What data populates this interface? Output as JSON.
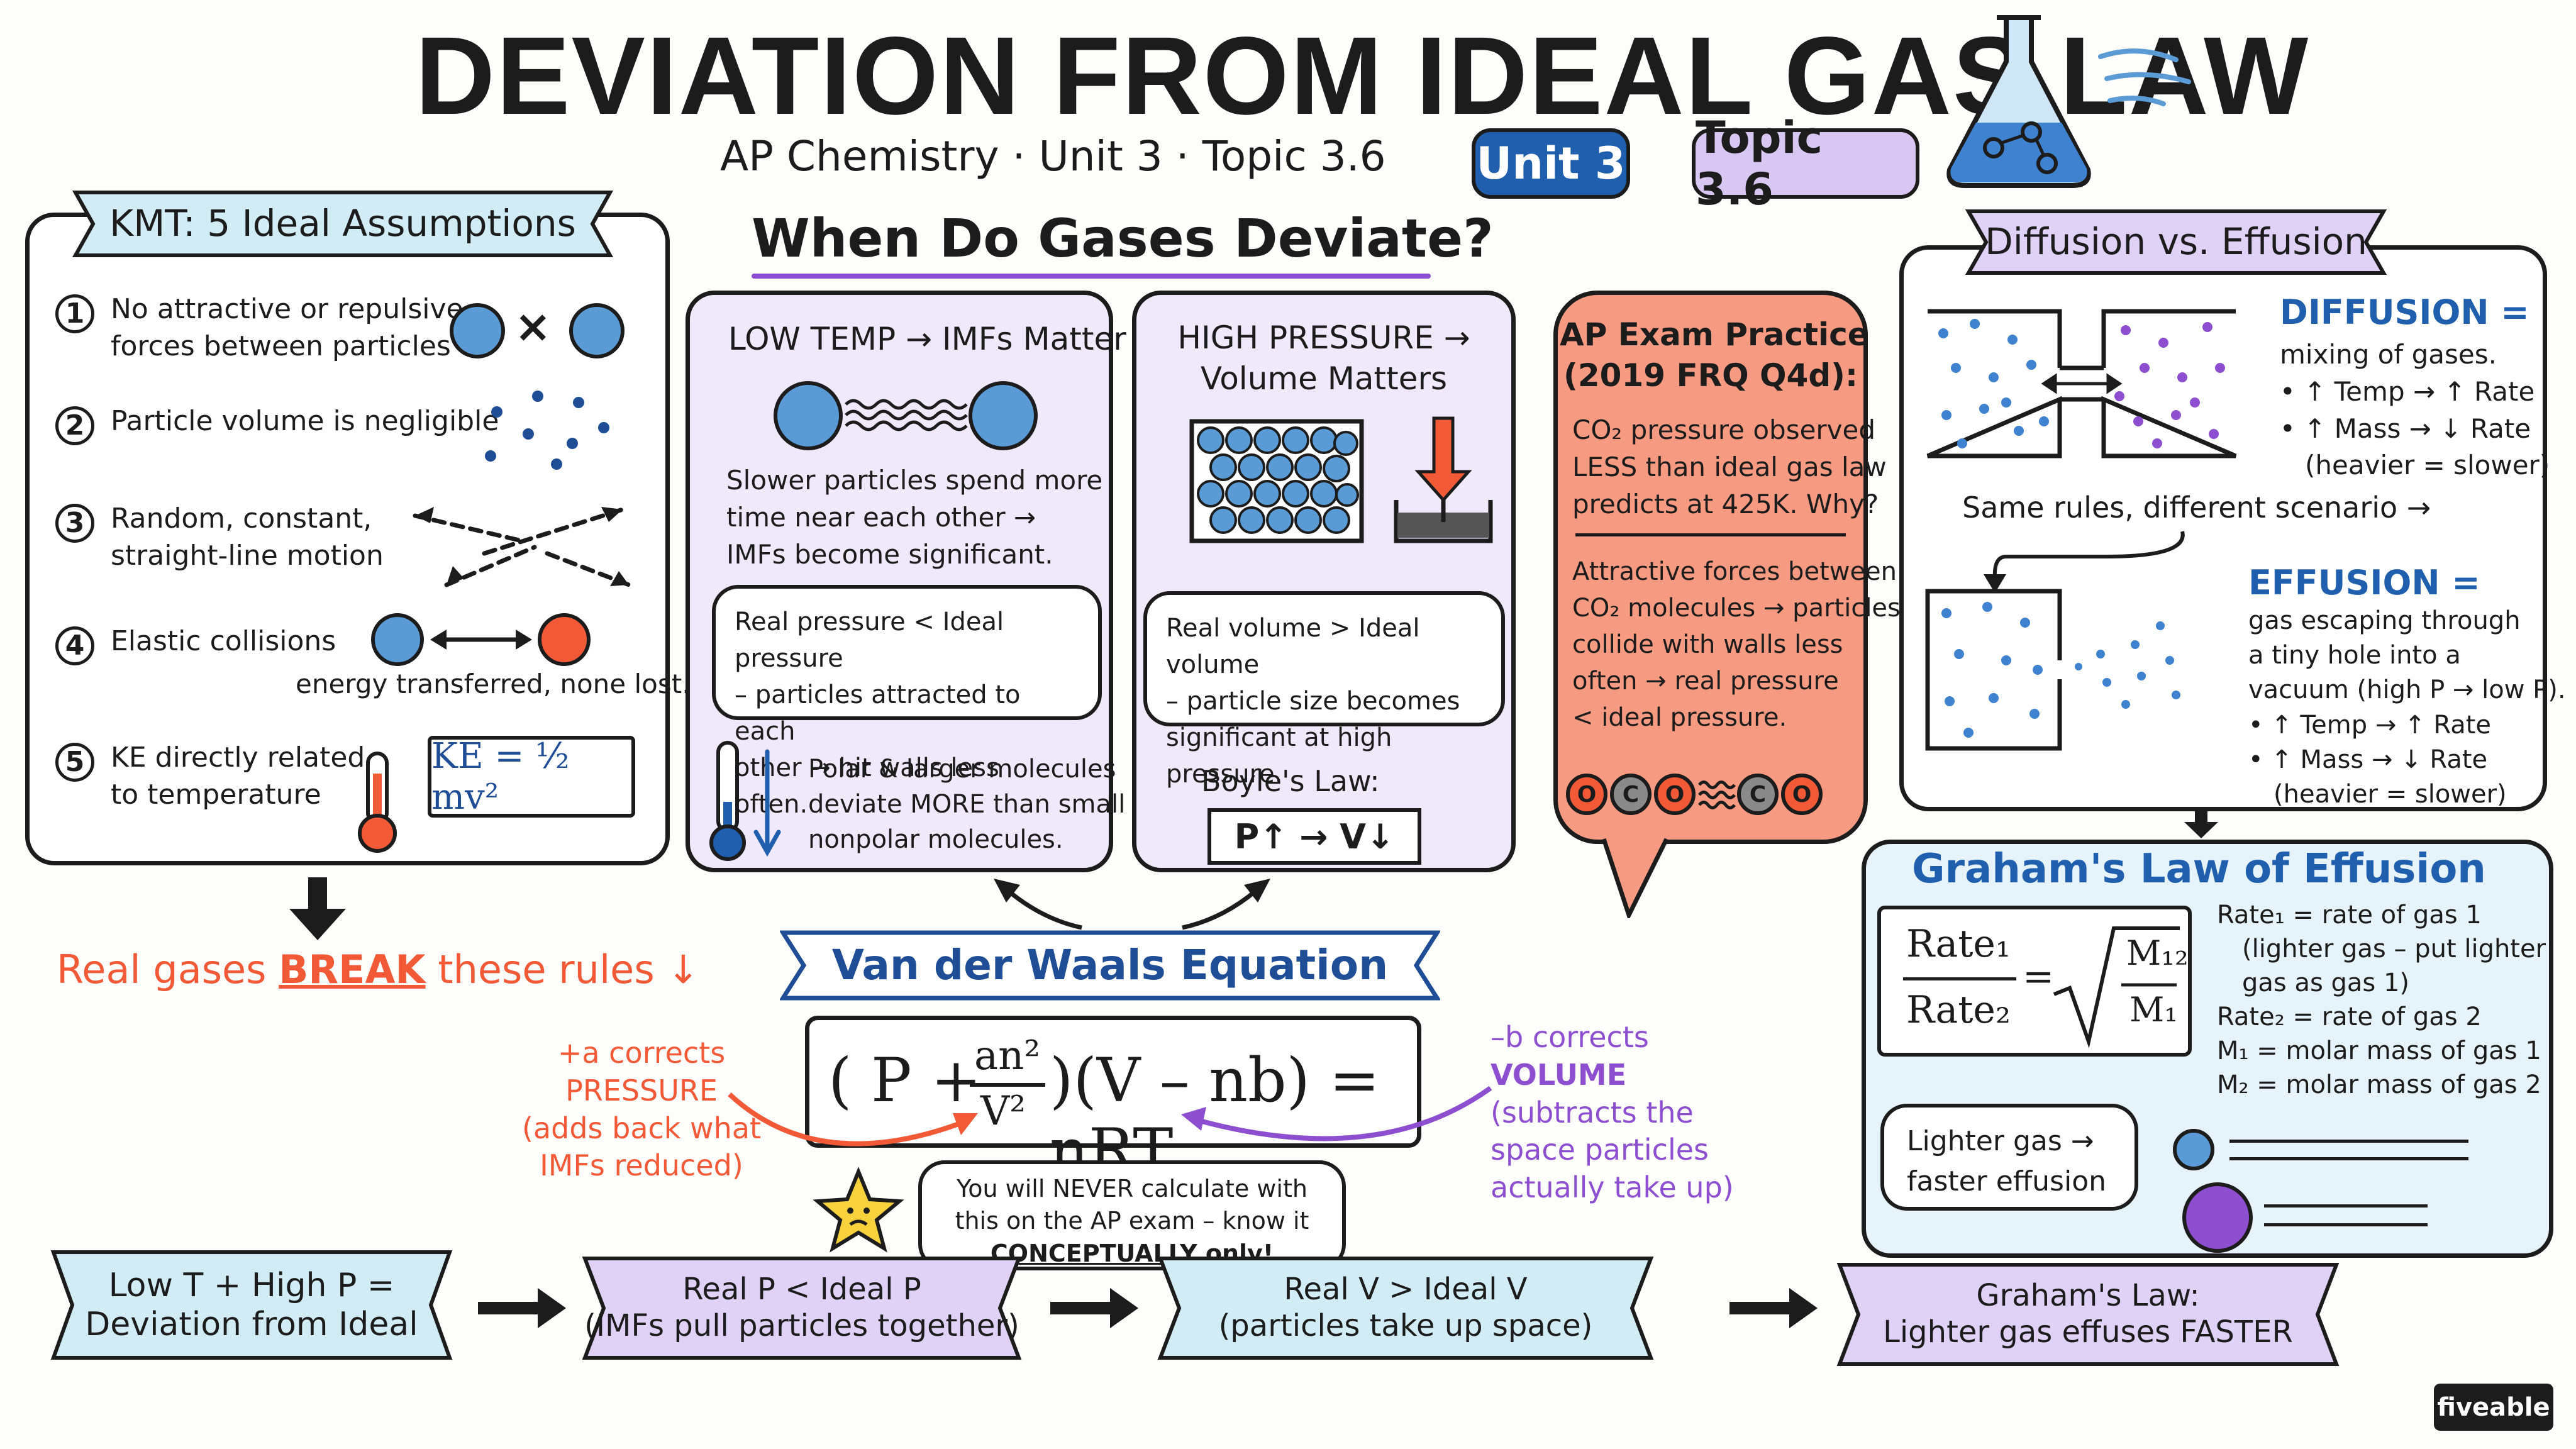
{
  "header": {
    "title": "DEVIATION FROM IDEAL GAS LAW",
    "subtitle": "AP Chemistry  ·  Unit 3  ·  Topic 3.6",
    "badge_unit": "Unit 3",
    "badge_topic": "Topic 3.6"
  },
  "kmt": {
    "title": "KMT: 5 Ideal Assumptions",
    "items": [
      {
        "num": "1",
        "line1": "No attractive or repulsive",
        "line2": "forces between particles"
      },
      {
        "num": "2",
        "line1": "Particle volume is negligible",
        "line2": ""
      },
      {
        "num": "3",
        "line1": "Random, constant,",
        "line2": "straight-line motion"
      },
      {
        "num": "4",
        "line1": "Elastic collisions",
        "line2": "energy transferred, none lost."
      },
      {
        "num": "5",
        "line1": "KE directly related",
        "line2": "to temperature"
      }
    ],
    "times_symbol": "×",
    "ke_formula": "KE = ½ mv²",
    "break_text_a": "Real gases ",
    "break_text_b": "BREAK",
    "break_text_c": " these rules ↓"
  },
  "deviate": {
    "title": "When Do Gases Deviate?",
    "low_temp": {
      "title": "LOW TEMP → IMFs Matter",
      "body": [
        "Slower particles spend more",
        "time near each other →",
        "IMFs become significant."
      ],
      "bubble": [
        "Real pressure < Ideal pressure",
        "– particles attracted to each",
        "other → hit walls less often."
      ],
      "note": [
        "Polar & larger molecules",
        "deviate MORE than small",
        "nonpolar molecules."
      ]
    },
    "high_pressure": {
      "title_line1": "HIGH PRESSURE →",
      "title_line2": "Volume Matters",
      "bubble": [
        "Real volume > Ideal volume",
        "– particle size becomes",
        "significant at high pressure."
      ],
      "boyle_label": "Boyle's Law:",
      "boyle_formula": "P↑ → V↓"
    }
  },
  "ap_exam": {
    "title_line1": "AP Exam Practice",
    "title_line2": "(2019 FRQ Q4d):",
    "question": [
      "CO₂ pressure observed",
      "LESS than ideal gas law",
      "predicts at 425K. Why?"
    ],
    "answer": [
      "Attractive forces between",
      "CO₂ molecules → particles",
      "collide with walls less",
      "often → real pressure",
      "< ideal pressure."
    ],
    "atom_o": "O",
    "atom_c": "C"
  },
  "vdw": {
    "title": "Van der Waals Equation",
    "equation_left": "( P + ",
    "frac_num": "an²",
    "frac_den": "V²",
    "equation_right": ")(V – nb) = nRT",
    "a_note": [
      "+a corrects",
      "PRESSURE",
      "(adds back what",
      "IMFs reduced)"
    ],
    "b_note": [
      "–b corrects",
      "VOLUME",
      "(subtracts the",
      "space particles",
      "actually take up)"
    ],
    "star_note": [
      "You will NEVER calculate with",
      "this on the AP exam – know it",
      "CONCEPTUALLY only!"
    ]
  },
  "diffusion": {
    "title": "Diffusion vs. Effusion",
    "diffusion_head": "DIFFUSION =",
    "diffusion_lines": [
      "mixing of gases.",
      "• ↑ Temp → ↑ Rate",
      "• ↑ Mass → ↓ Rate",
      "(heavier = slower)"
    ],
    "same_rules": "Same rules, different scenario →",
    "effusion_head": "EFFUSION =",
    "effusion_lines": [
      "gas escaping through",
      "a tiny hole into a",
      "vacuum (high P → low P).",
      "• ↑ Temp → ↑ Rate",
      "• ↑ Mass → ↓ Rate",
      "(heavier = slower)"
    ]
  },
  "graham": {
    "title": "Graham's Law of Effusion",
    "rate1": "Rate₁",
    "rate2": "Rate₂",
    "m2": "M₁₂",
    "m1": "M₁",
    "defs": [
      "Rate₁ = rate of gas 1",
      "(lighter gas – put lighter",
      "gas as gas 1)",
      "Rate₂ = rate of gas 2",
      "M₁ = molar mass of gas 1",
      "M₂ = molar mass of gas 2"
    ],
    "bubble": [
      "Lighter gas →",
      "faster effusion"
    ]
  },
  "flow": {
    "step1": [
      "Low T + High P =",
      "Deviation from Ideal"
    ],
    "step2": [
      "Real P < Ideal P",
      "(IMFs pull particles together)"
    ],
    "step3": [
      "Real V > Ideal V",
      "(particles take up space)"
    ],
    "step4": [
      "Graham's Law:",
      "Lighter gas effuses FASTER"
    ]
  },
  "brand": "fiveable",
  "colors": {
    "blue": "#5b9bd5",
    "navy": "#1f4e96",
    "purple": "#8d4fd0",
    "orange_red": "#f25a37",
    "lavender": "#efe9fb",
    "light_blue": "#e6f3fa",
    "salmon": "#f79a82"
  }
}
